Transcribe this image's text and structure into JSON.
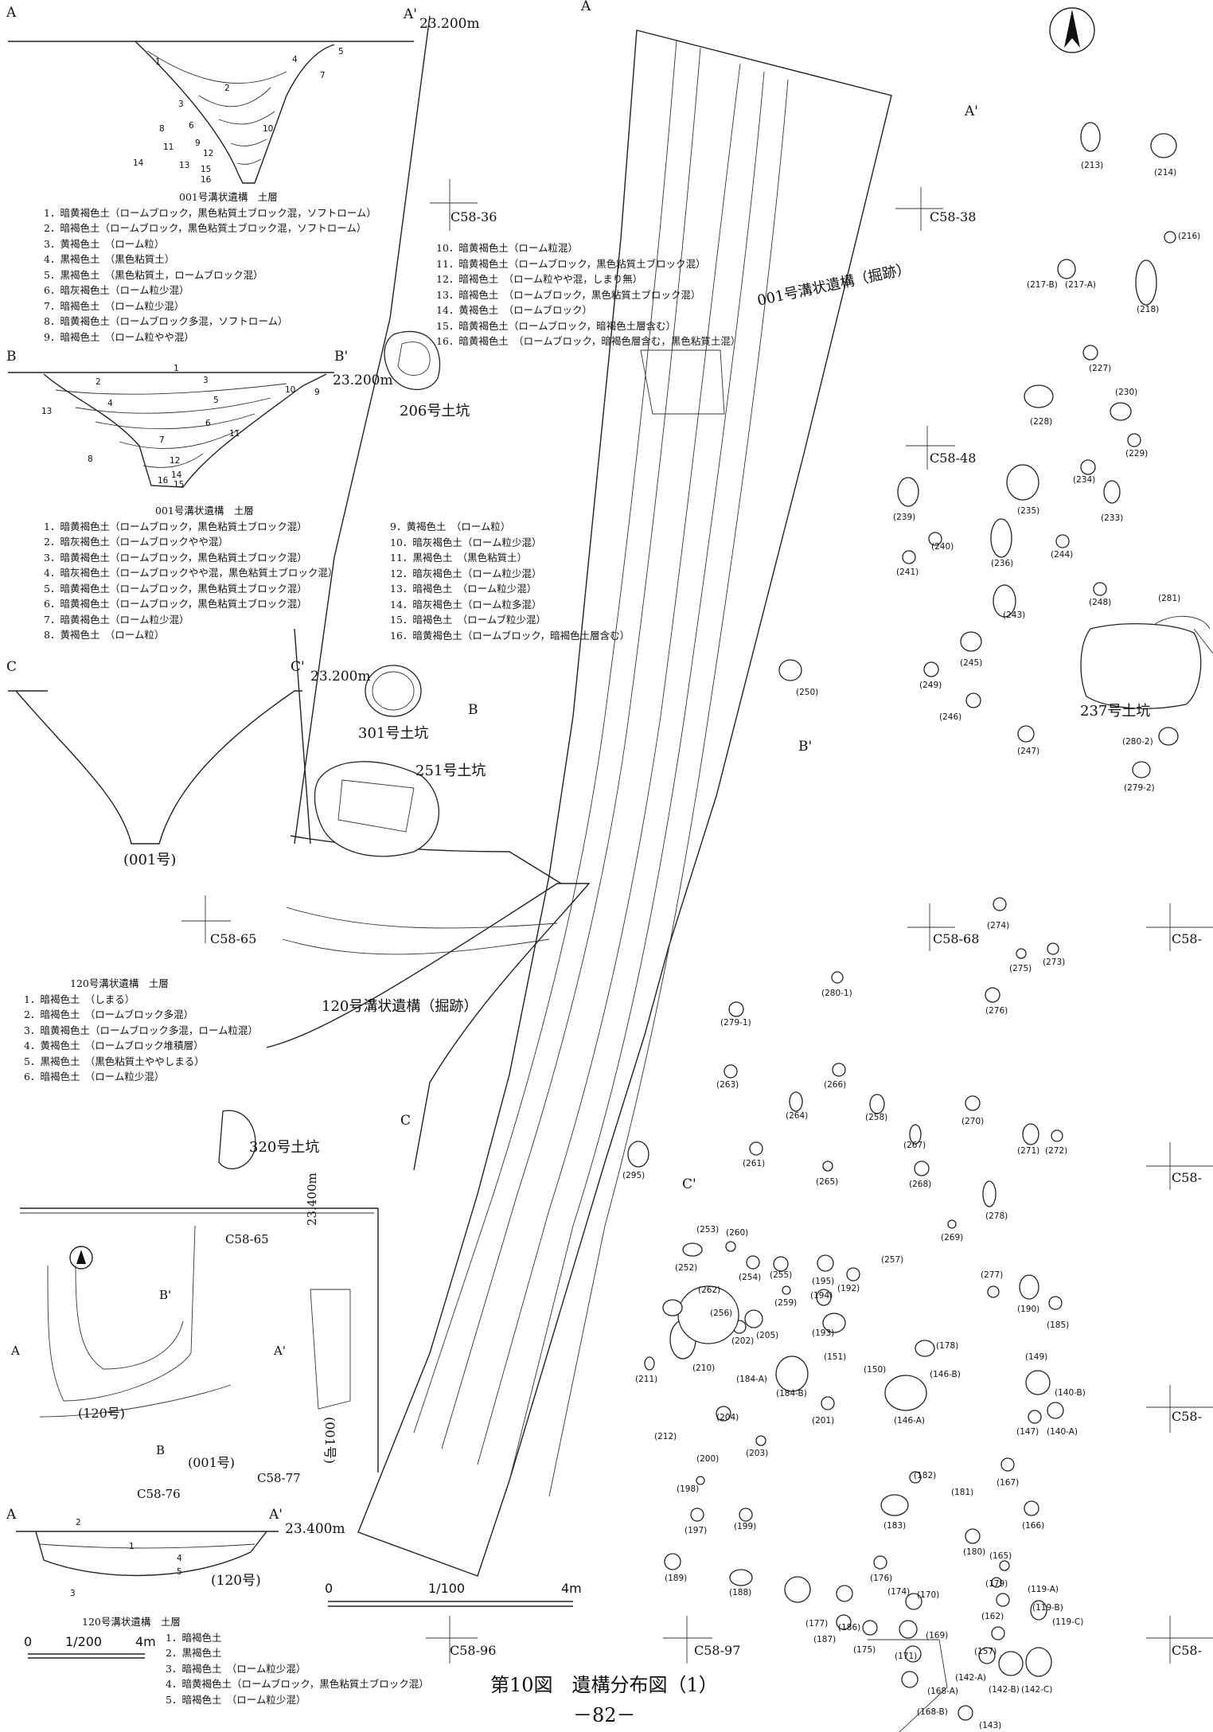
{
  "figure": {
    "title": "第10図　遺構分布図（1）",
    "page_number": "－82－"
  },
  "sections": {
    "aa_top": {
      "left": "A",
      "right": "A'",
      "elevation": "23.200m",
      "layers": [
        "1",
        "2",
        "3",
        "4",
        "5",
        "6",
        "7",
        "8",
        "9",
        "10",
        "11",
        "12",
        "13",
        "14",
        "15",
        "16"
      ]
    },
    "bb": {
      "left": "B",
      "right": "B'",
      "elevation": "23.200m",
      "layers": [
        "1",
        "2",
        "3",
        "4",
        "5",
        "6",
        "7",
        "8",
        "9",
        "10",
        "11",
        "12",
        "13",
        "14",
        "15",
        "16"
      ]
    },
    "cc": {
      "left": "C",
      "right": "C'",
      "elevation": "23.200m",
      "label": "(001号)"
    }
  },
  "legends": {
    "l1": {
      "title": "001号溝状遺構　土層",
      "items": [
        "1．暗黄褐色土（ロームブロック，黒色粘質土ブロック混，ソフトローム）",
        "2．暗褐色土（ロームブロック，黒色粘質土ブロック混，ソフトローム）",
        "3．黄褐色土　（ローム粒）",
        "4．黒褐色土　（黒色粘質土）",
        "5．黒褐色土　（黒色粘質土，ロームブロック混）",
        "6．暗灰褐色土（ローム粒少混）",
        "7．暗褐色土　（ローム粒少混）",
        "8．暗黄褐色土（ロームブロック多混，ソフトローム）",
        "9．暗褐色土　（ローム粒やや混）"
      ]
    },
    "l2": {
      "items": [
        "10．暗黄褐色土（ローム粒混）",
        "11．暗黄褐色土（ロームブロック，黒色粘質土ブロック混）",
        "12．暗褐色土　（ローム粒やや混，しまり無）",
        "13．暗褐色土　（ロームブロック，黒色粘質土ブロック混）",
        "14．黄褐色土　（ロームブロック）",
        "15．暗黄褐色土（ロームブロック，暗褐色土層含む）",
        "16．暗黄褐色土　（ロームブロック，暗褐色層含む，黒色粘質土混）"
      ]
    },
    "l3": {
      "title": "001号溝状遺構　土層",
      "items": [
        "1．暗黄褐色土（ロームブロック，黒色粘質土ブロック混）",
        "2．暗灰褐色土（ロームブロックやや混）",
        "3．暗黄褐色土（ロームブロック，黒色粘質土ブロック混）",
        "4．暗灰褐色土（ロームブロックやや混，黒色粘質土ブロック混）",
        "5．暗黄褐色土（ロームブロック，黒色粘質土ブロック混）",
        "6．暗黄褐色土（ロームブロック，黒色粘質土ブロック混）",
        "7．暗黄褐色土（ローム粒少混）",
        "8．黄褐色土　（ローム粒）"
      ]
    },
    "l4": {
      "items": [
        "9．黄褐色土　（ローム粒）",
        "10．暗灰褐色土（ローム粒少混）",
        "11．黒褐色土　（黒色粘質土）",
        "12．暗灰褐色土（ローム粒少混）",
        "13．暗褐色土　（ローム粒少混）",
        "14．暗灰褐色土（ローム粒多混）",
        "15．暗褐色土　（ロームブ粒少混）",
        "16．暗黄褐色土（ロームブロック，暗褐色土層含む）"
      ]
    },
    "l5": {
      "title": "120号溝状遺構　土層",
      "items": [
        "1．暗褐色土　（しまる）",
        "2．暗褐色土　（ロームブロック多混）",
        "3．暗黄褐色土（ロームブロック多混，ローム粒混）",
        "4．黄褐色土　（ロームブロック堆積層）",
        "5．黒褐色土　（黒色粘質土ややしまる）",
        "6．暗褐色土　（ローム粒少混）"
      ]
    },
    "l6": {
      "title": "120号溝状遺構　土層",
      "items": [
        "1．暗褐色土",
        "2．黒褐色土",
        "3．暗褐色土　（ローム粒少混）",
        "4．暗黄褐色土（ロームブロック，黒色粘質土ブロック混）",
        "5．暗褐色土　（ローム粒少混）"
      ]
    }
  },
  "features": {
    "ditch_001": "001号溝状遺構（掘跡）",
    "ditch_120": "120号溝状遺構（掘跡）",
    "pit_206": "206号土坑",
    "pit_301": "301号土坑",
    "pit_251": "251号土坑",
    "pit_320": "320号土坑",
    "pit_237": "237号土坑"
  },
  "grid_points": [
    "C58-36",
    "C58-38",
    "C58-48",
    "C58-65",
    "C58-68",
    "C58-96",
    "C58-97",
    "C58-"
  ],
  "inset": {
    "grid": [
      "C58-65",
      "C58-76",
      "C58-77"
    ],
    "labels": [
      "(120号)",
      "(001号)",
      "(001号)"
    ],
    "elevation": "23.400m",
    "section_elevation": "23.400m",
    "section_label": "(120号)",
    "section_layers": [
      "1",
      "2",
      "3",
      "4",
      "5"
    ],
    "section_marks": [
      "A",
      "A'",
      "B",
      "B'"
    ]
  },
  "scales": {
    "main": {
      "left": "0",
      "mid": "1/100",
      "right": "4m"
    },
    "inset": {
      "left": "0",
      "mid": "1/200",
      "right": "4m"
    }
  },
  "pits": [
    "(213)",
    "(214)",
    "(216)",
    "(217-B)",
    "(217-A)",
    "(218)",
    "(227)",
    "(230)",
    "(228)",
    "(229)",
    "(234)",
    "(235)",
    "(233)",
    "(239)",
    "(240)",
    "(241)",
    "(236)",
    "(244)",
    "(248)",
    "(281)",
    "(243)",
    "(245)",
    "(249)",
    "(246)",
    "(250)",
    "(247)",
    "(280-2)",
    "(279-2)",
    "(274)",
    "(275)",
    "(273)",
    "(280-1)",
    "(276)",
    "(279-1)",
    "(263)",
    "(266)",
    "(264)",
    "(258)",
    "(270)",
    "(267)",
    "(271)",
    "(272)",
    "(261)",
    "(265)",
    "(268)",
    "(295)",
    "(278)",
    "(269)",
    "(253)",
    "(260)",
    "(252)",
    "(254)",
    "(255)",
    "(257)",
    "(195)",
    "(192)",
    "(277)",
    "(262)",
    "(259)",
    "(194)",
    "(190)",
    "(185)",
    "(256)",
    "(205)",
    "(193)",
    "(202)",
    "(151)",
    "(178)",
    "(210)",
    "(211)",
    "(184-A)",
    "(150)",
    "(146-B)",
    "(149)",
    "(184-B)",
    "(140-B)",
    "(204)",
    "(201)",
    "(146-A)",
    "(147)",
    "(140-A)",
    "(212)",
    "(203)",
    "(200)",
    "(182)",
    "(167)",
    "(198)",
    "(181)",
    "(197)",
    "(199)",
    "(183)",
    "(166)",
    "(180)",
    "(165)",
    "(189)",
    "(176)",
    "(179)",
    "(188)",
    "(174)",
    "(170)",
    "(119-A)",
    "(119-B)",
    "(177)",
    "(186)",
    "(162)",
    "(119-C)",
    "(187)",
    "(175)",
    "(169)",
    "(157)",
    "(171)",
    "(168-A)",
    "(142-A)",
    "(142-B)",
    "(142-C)",
    "(168-B)",
    "(143)"
  ]
}
